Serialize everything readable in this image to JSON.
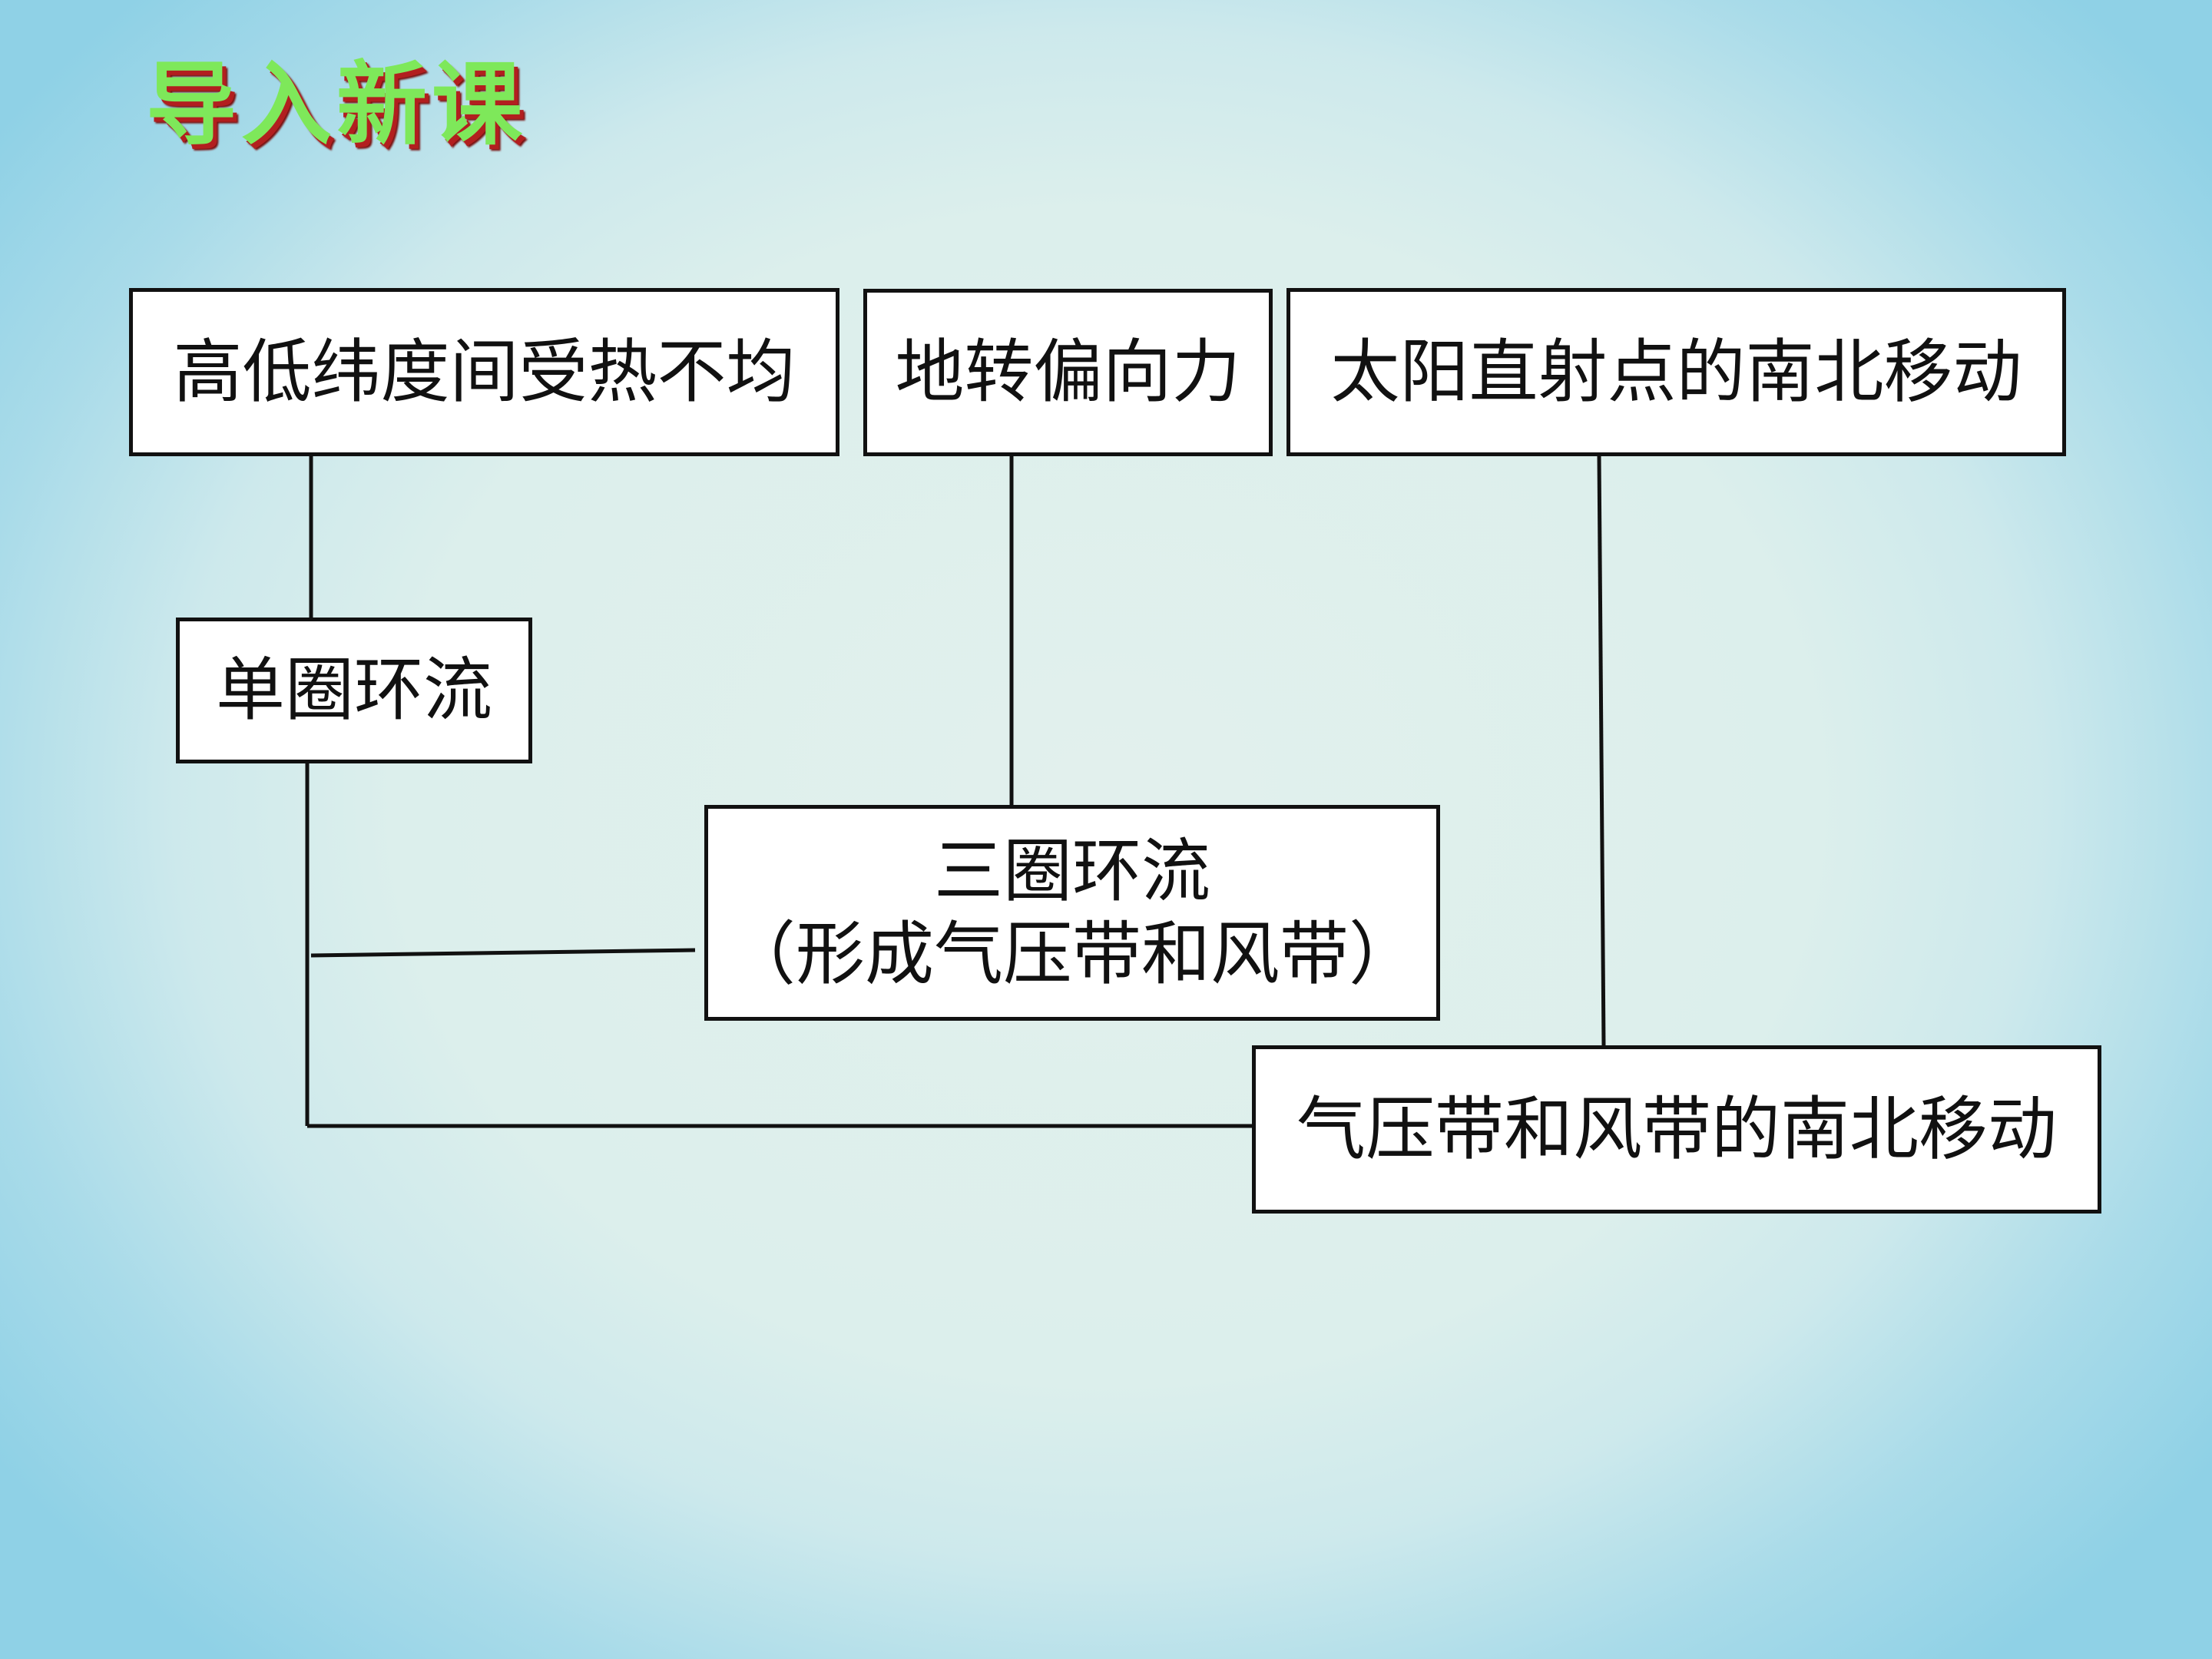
{
  "slide": {
    "title": "导入新课"
  },
  "diagram": {
    "nodes": {
      "heating": "高低纬度间受热不均",
      "coriolis": "地转偏向力",
      "solar_shift": "太阳直射点的南北移动",
      "single_cell": "单圈环流",
      "three_cell_line1": "三圈环流",
      "three_cell_line2": "（形成气压带和风带）",
      "belt_shift": "气压带和风带的南北移动"
    },
    "colors": {
      "box_border": "#111111",
      "box_fill": "#ffffff",
      "title_fill": "#7ee85a",
      "title_shadow": "#b21f1f"
    }
  }
}
